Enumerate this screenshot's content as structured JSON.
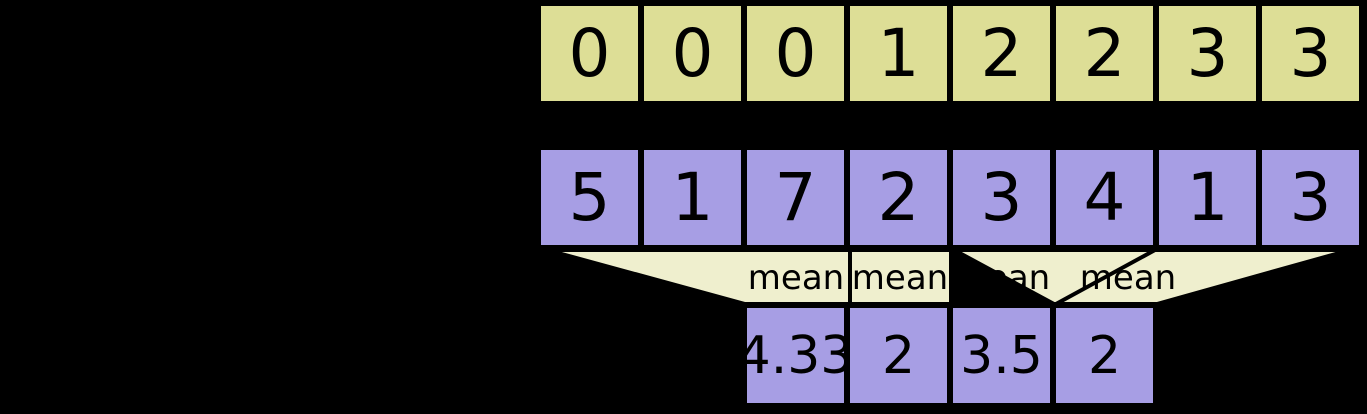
{
  "diagram": {
    "title": "mean-pooling-diagram",
    "colors": {
      "background": "#000000",
      "index_cell": "#DDDE96",
      "value_cell": "#A79EE4",
      "funnel": "#EFEFCE",
      "stroke": "#000000",
      "text": "#000000"
    },
    "index_row": {
      "name": "segment-index-row",
      "cells": [
        "0",
        "0",
        "0",
        "1",
        "2",
        "2",
        "3",
        "3"
      ]
    },
    "value_row": {
      "name": "input-values-row",
      "cells": [
        "5",
        "1",
        "7",
        "2",
        "3",
        "4",
        "1",
        "3"
      ]
    },
    "operation_row": {
      "name": "mean-operation-row",
      "funnels": [
        {
          "label": "mean",
          "shape": "trapezoid-left"
        },
        {
          "label": "mean",
          "shape": "rectangle"
        },
        {
          "label": "mean",
          "shape": "rectangle"
        },
        {
          "label": "mean",
          "shape": "trapezoid-right"
        }
      ]
    },
    "output_row": {
      "name": "output-means-row",
      "cells": [
        "4.33",
        "2",
        "3.5",
        "2"
      ]
    }
  }
}
